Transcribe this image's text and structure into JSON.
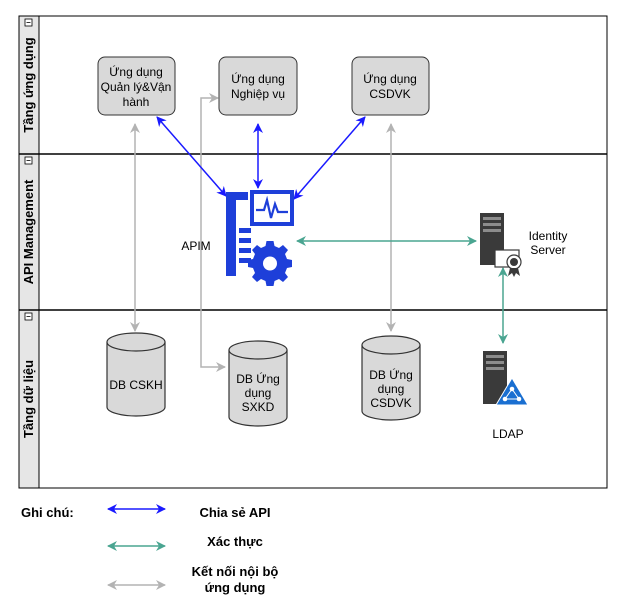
{
  "lanes": [
    {
      "title": "Tầng ứng dụng"
    },
    {
      "title": "API Management"
    },
    {
      "title": "Tầng dữ liệu"
    }
  ],
  "apps": {
    "ql": [
      "Ứng dụng",
      "Quản lý&Vận",
      "hành"
    ],
    "nv": [
      "Ứng dụng",
      "Nghiệp vụ"
    ],
    "csdvk": [
      "Ứng dụng",
      "CSDVK"
    ]
  },
  "apim_label": "APIM",
  "identity_label": [
    "Identity",
    "Server"
  ],
  "ldap_label": "LDAP",
  "db": {
    "cskh": [
      "DB CSKH"
    ],
    "sxkd": [
      "DB Ứng",
      "dụng",
      "SXKD"
    ],
    "csdvk": [
      "DB Ứng",
      "dụng",
      "CSDVK"
    ]
  },
  "legend": {
    "title": "Ghi chú:",
    "items": [
      {
        "lines": [
          "Chia sẻ API"
        ]
      },
      {
        "lines": [
          "Xác thực"
        ]
      },
      {
        "lines": [
          "Kết nối nội bộ",
          "ứng dụng"
        ]
      }
    ]
  },
  "colors": {
    "api": "#1a1aff",
    "auth": "#4aa591",
    "internal": "#b3b3b3",
    "apim": "#1e3fd9",
    "box_fill": "#d9d9d9",
    "lane_header": "#e6e6e6"
  }
}
